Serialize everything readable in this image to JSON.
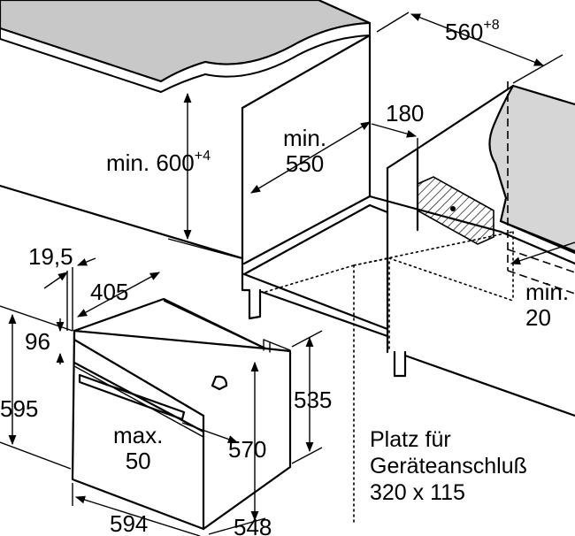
{
  "labels": {
    "width_niche": "560",
    "width_niche_tol": "+8",
    "height_niche_min": "min. 600",
    "height_niche_tol": "+4",
    "depth_min": "min.",
    "depth_min_value": "550",
    "vent_opening": "180",
    "rear_gap_min": "min.",
    "rear_gap_value": "20",
    "front_panel_thickness": "19,5",
    "depth_front_offset": "405",
    "control_panel_height": "96",
    "oven_height": "595",
    "door_gap_max": "max.",
    "door_gap_value": "50",
    "body_height": "570",
    "body_height_rear": "535",
    "oven_width": "594",
    "oven_depth": "548"
  },
  "note": {
    "line1": "Platz für",
    "line2": "Geräteanschluß",
    "line3": "320 x 115"
  }
}
